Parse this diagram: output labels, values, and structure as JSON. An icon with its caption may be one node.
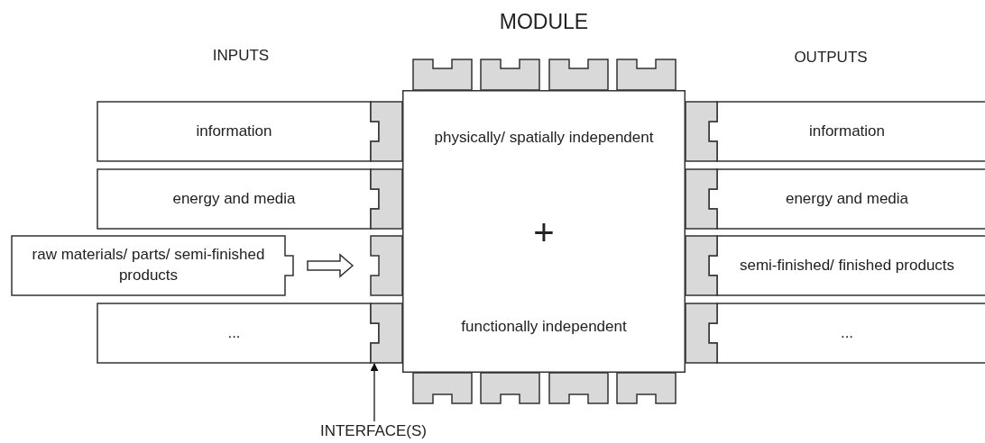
{
  "diagram": {
    "nodes": [
      {
        "text": [
          "MODULE",
          "physically/ spatially independent",
          "+",
          "functionally independent"
        ]
      },
      {
        "text": [],
        "shape": "box"
      },
      {
        "text": [],
        "shape": "box"
      },
      {
        "text": [],
        "shape": "box"
      },
      {
        "text": [],
        "shape": "box"
      },
      {
        "text": [
          "information"
        ]
      },
      {
        "text": [
          "energy and media"
        ]
      },
      {
        "text": [
          "raw materials/ parts/ semi-finished products"
        ]
      },
      {
        "text": [
          "..."
        ]
      },
      {
        "text": [],
        "shape": "box"
      },
      {
        "text": [],
        "shape": "box"
      },
      {
        "text": [],
        "shape": "box"
      },
      {
        "text": [],
        "shape": "box"
      },
      {
        "text": [],
        "shape": "box"
      },
      {
        "text": [],
        "shape": "box"
      },
      {
        "text": [],
        "shape": "box"
      },
      {
        "text": [],
        "shape": "box"
      },
      {
        "text": [
          "information"
        ]
      },
      {
        "text": [
          "energy and media"
        ]
      },
      {
        "text": [
          "semi-finished/ finished products"
        ]
      },
      {
        "text": [
          "..."
        ]
      },
      {
        "text": [],
        "shape": "box"
      },
      {
        "text": [],
        "shape": "box"
      },
      {
        "text": [],
        "shape": "box"
      },
      {
        "text": [],
        "shape": "box"
      },
      {
        "text": [
          "INTERFACE(S)"
        ]
      }
    ],
    "edges": [
      {
        "from": 7,
        "to": 11,
        "arrow": "to"
      },
      {
        "from": 25,
        "to": 12,
        "arrow": "to"
      }
    ],
    "labels": [
      "INPUTS",
      "OUTPUTS"
    ]
  }
}
